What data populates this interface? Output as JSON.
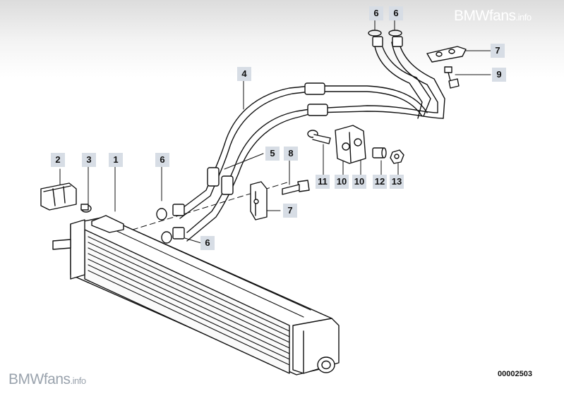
{
  "watermark": {
    "top": "BMWfans",
    "top_suffix": ".info",
    "bottom": "BMWfans",
    "bottom_suffix": ".info"
  },
  "drawing_number": "00002503",
  "callouts": {
    "c6a": "6",
    "c6b": "6",
    "c7a": "7",
    "c9": "9",
    "c4": "4",
    "c5": "5",
    "c2": "2",
    "c3": "3",
    "c1": "1",
    "c6c": "6",
    "c8": "8",
    "c7b": "7",
    "c6d": "6",
    "c11": "11",
    "c10a": "10",
    "c10b": "10",
    "c12": "12",
    "c13": "13"
  }
}
